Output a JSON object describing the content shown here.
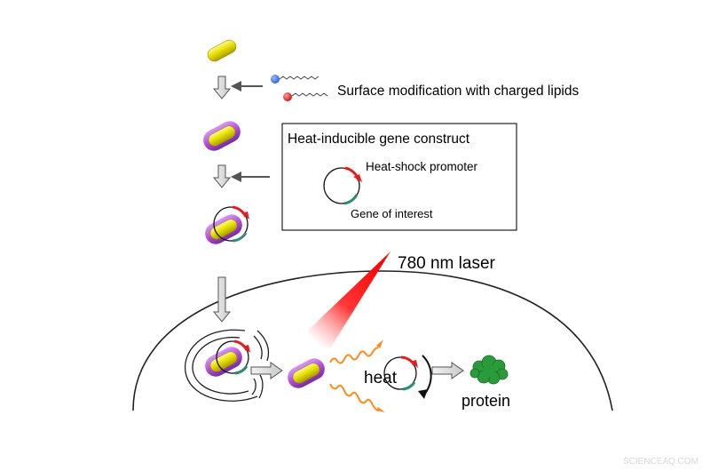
{
  "labels": {
    "surface_modification": "Surface modification with charged lipids",
    "construct_title": "Heat-inducible gene construct",
    "promoter": "Heat-shock promoter",
    "gene": "Gene of interest",
    "laser": "780 nm laser",
    "heat": "heat",
    "protein": "protein",
    "watermark": "SCIENCEAQ.COM"
  },
  "colors": {
    "gold_rod": "#e8e000",
    "lipid_coat": "#b24fd6",
    "promoter_arrow": "#e02020",
    "gene_segment": "#2e8b78",
    "laser_beam": "#ff0000",
    "heat_wave": "#ff8a1e",
    "protein": "#2a9a3a",
    "cationic_lipid_head": "#2f5fd0",
    "anionic_lipid_head": "#d02020"
  }
}
